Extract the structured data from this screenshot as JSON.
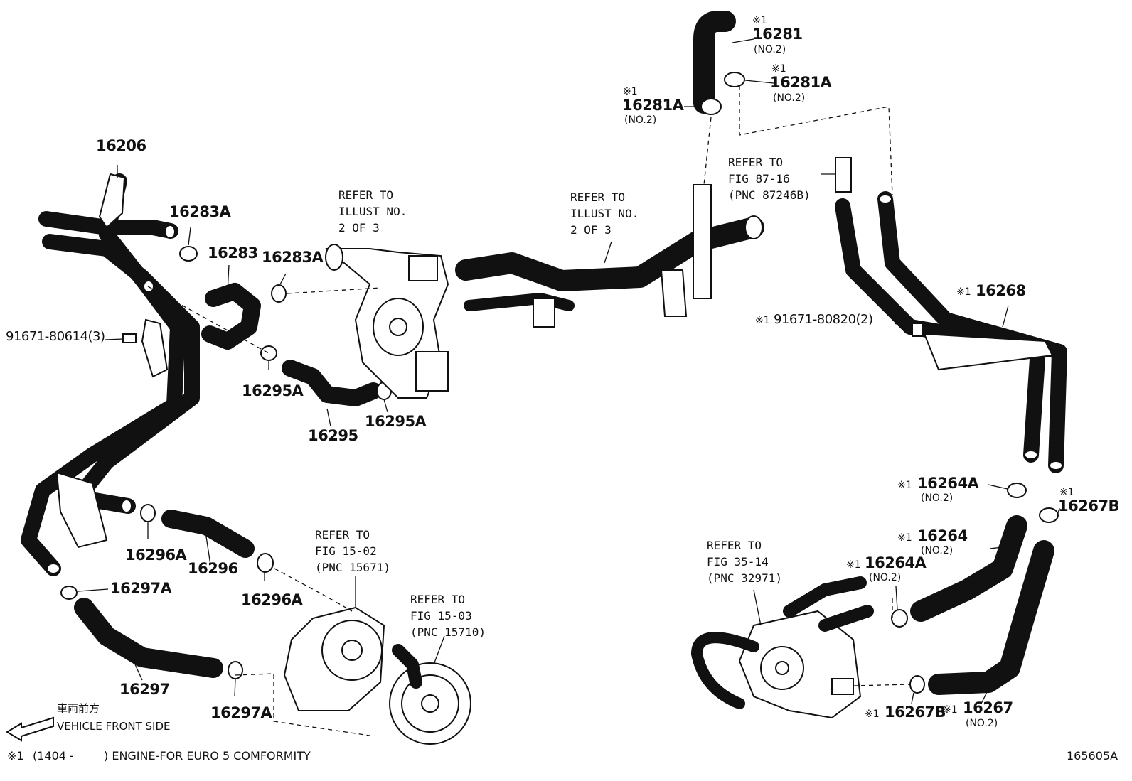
{
  "diagram_id": "165605A",
  "footnote": {
    "mark": "※1",
    "text_a": "(1404 -",
    "text_b": ") ENGINE-FOR EURO 5 COMFORMITY"
  },
  "direction": {
    "jp": "車両前方",
    "en": "VEHICLE FRONT SIDE"
  },
  "callouts": {
    "p16206": "16206",
    "p16283A_1": "16283A",
    "p16283": "16283",
    "p16283A_2": "16283A",
    "p91671_80614": "91671-80614(3)",
    "p16295A_1": "16295A",
    "p16295": "16295",
    "p16295A_2": "16295A",
    "p16296A_1": "16296A",
    "p16296": "16296",
    "p16296A_2": "16296A",
    "p16297A_1": "16297A",
    "p16297": "16297",
    "p16297A_2": "16297A",
    "p16281": "16281",
    "p16281_sub": "(NO.2)",
    "p16281_mk": "※1",
    "p16281A_r": "16281A",
    "p16281A_r_sub": "(NO.2)",
    "p16281A_r_mk": "※1",
    "p16281A_l": "16281A",
    "p16281A_l_sub": "(NO.2)",
    "p16281A_l_mk": "※1",
    "p16268": "16268",
    "p16268_mk": "※1",
    "p91671_80820": "91671-80820(2)",
    "p91671_80820_mk": "※1",
    "p16264A_1": "16264A",
    "p16264A_1_sub": "(NO.2)",
    "p16264A_1_mk": "※1",
    "p16267B_1": "16267B",
    "p16267B_1_mk": "※1",
    "p16264": "16264",
    "p16264_sub": "(NO.2)",
    "p16264_mk": "※1",
    "p16264A_2": "16264A",
    "p16264A_2_sub": "(NO.2)",
    "p16264A_2_mk": "※1",
    "p16267B_2": "16267B",
    "p16267B_2_mk": "※1",
    "p16267": "16267",
    "p16267_sub": "(NO.2)",
    "p16267_mk": "※1"
  },
  "references": {
    "illust_1": "REFER TO\nILLUST NO.\n2 OF 3",
    "illust_2": "REFER TO\nILLUST NO.\n2 OF 3",
    "fig_87_16": "REFER TO\nFIG 87-16\n(PNC 87246B)",
    "fig_15_02": "REFER TO\nFIG 15-02\n(PNC 15671)",
    "fig_15_03": "REFER TO\nFIG 15-03\n(PNC 15710)",
    "fig_35_14": "REFER TO\nFIG 35-14\n(PNC 32971)"
  }
}
